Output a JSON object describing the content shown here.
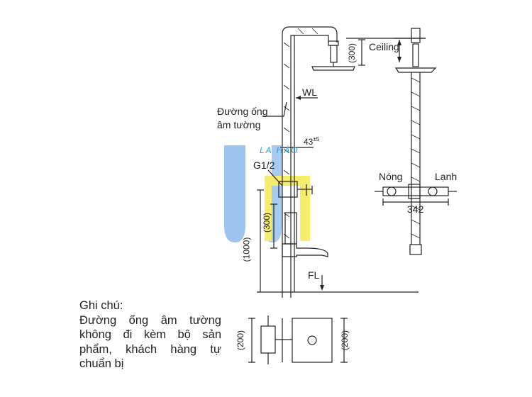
{
  "labels": {
    "ceiling": "Ceiling",
    "wl": "WL",
    "concealed_pipe_line1": "Đường ống",
    "concealed_pipe_line2": "âm tường",
    "dim_43": "43",
    "dim_43_tol": "±5",
    "g12": "G1/2",
    "dim_300_top": "(300)",
    "dim_300_mid": "(300)",
    "dim_1000": "(1000)",
    "fl": "FL",
    "hot": "Nóng",
    "cold": "Lạnh",
    "dim_342": "342",
    "dim_200_left": "(200)",
    "dim_200_right": "(200)"
  },
  "note": {
    "title": "Ghi chú:",
    "body": "Đường ống âm tường không đi kèm bộ sản phẩm, khách hàng tự chuẩn bị"
  },
  "watermark": {
    "text": "LA HÁO",
    "colors": {
      "blue": "#9cc4ee",
      "yellow": "#f4ec6a",
      "text": "#1f9fe0"
    }
  }
}
